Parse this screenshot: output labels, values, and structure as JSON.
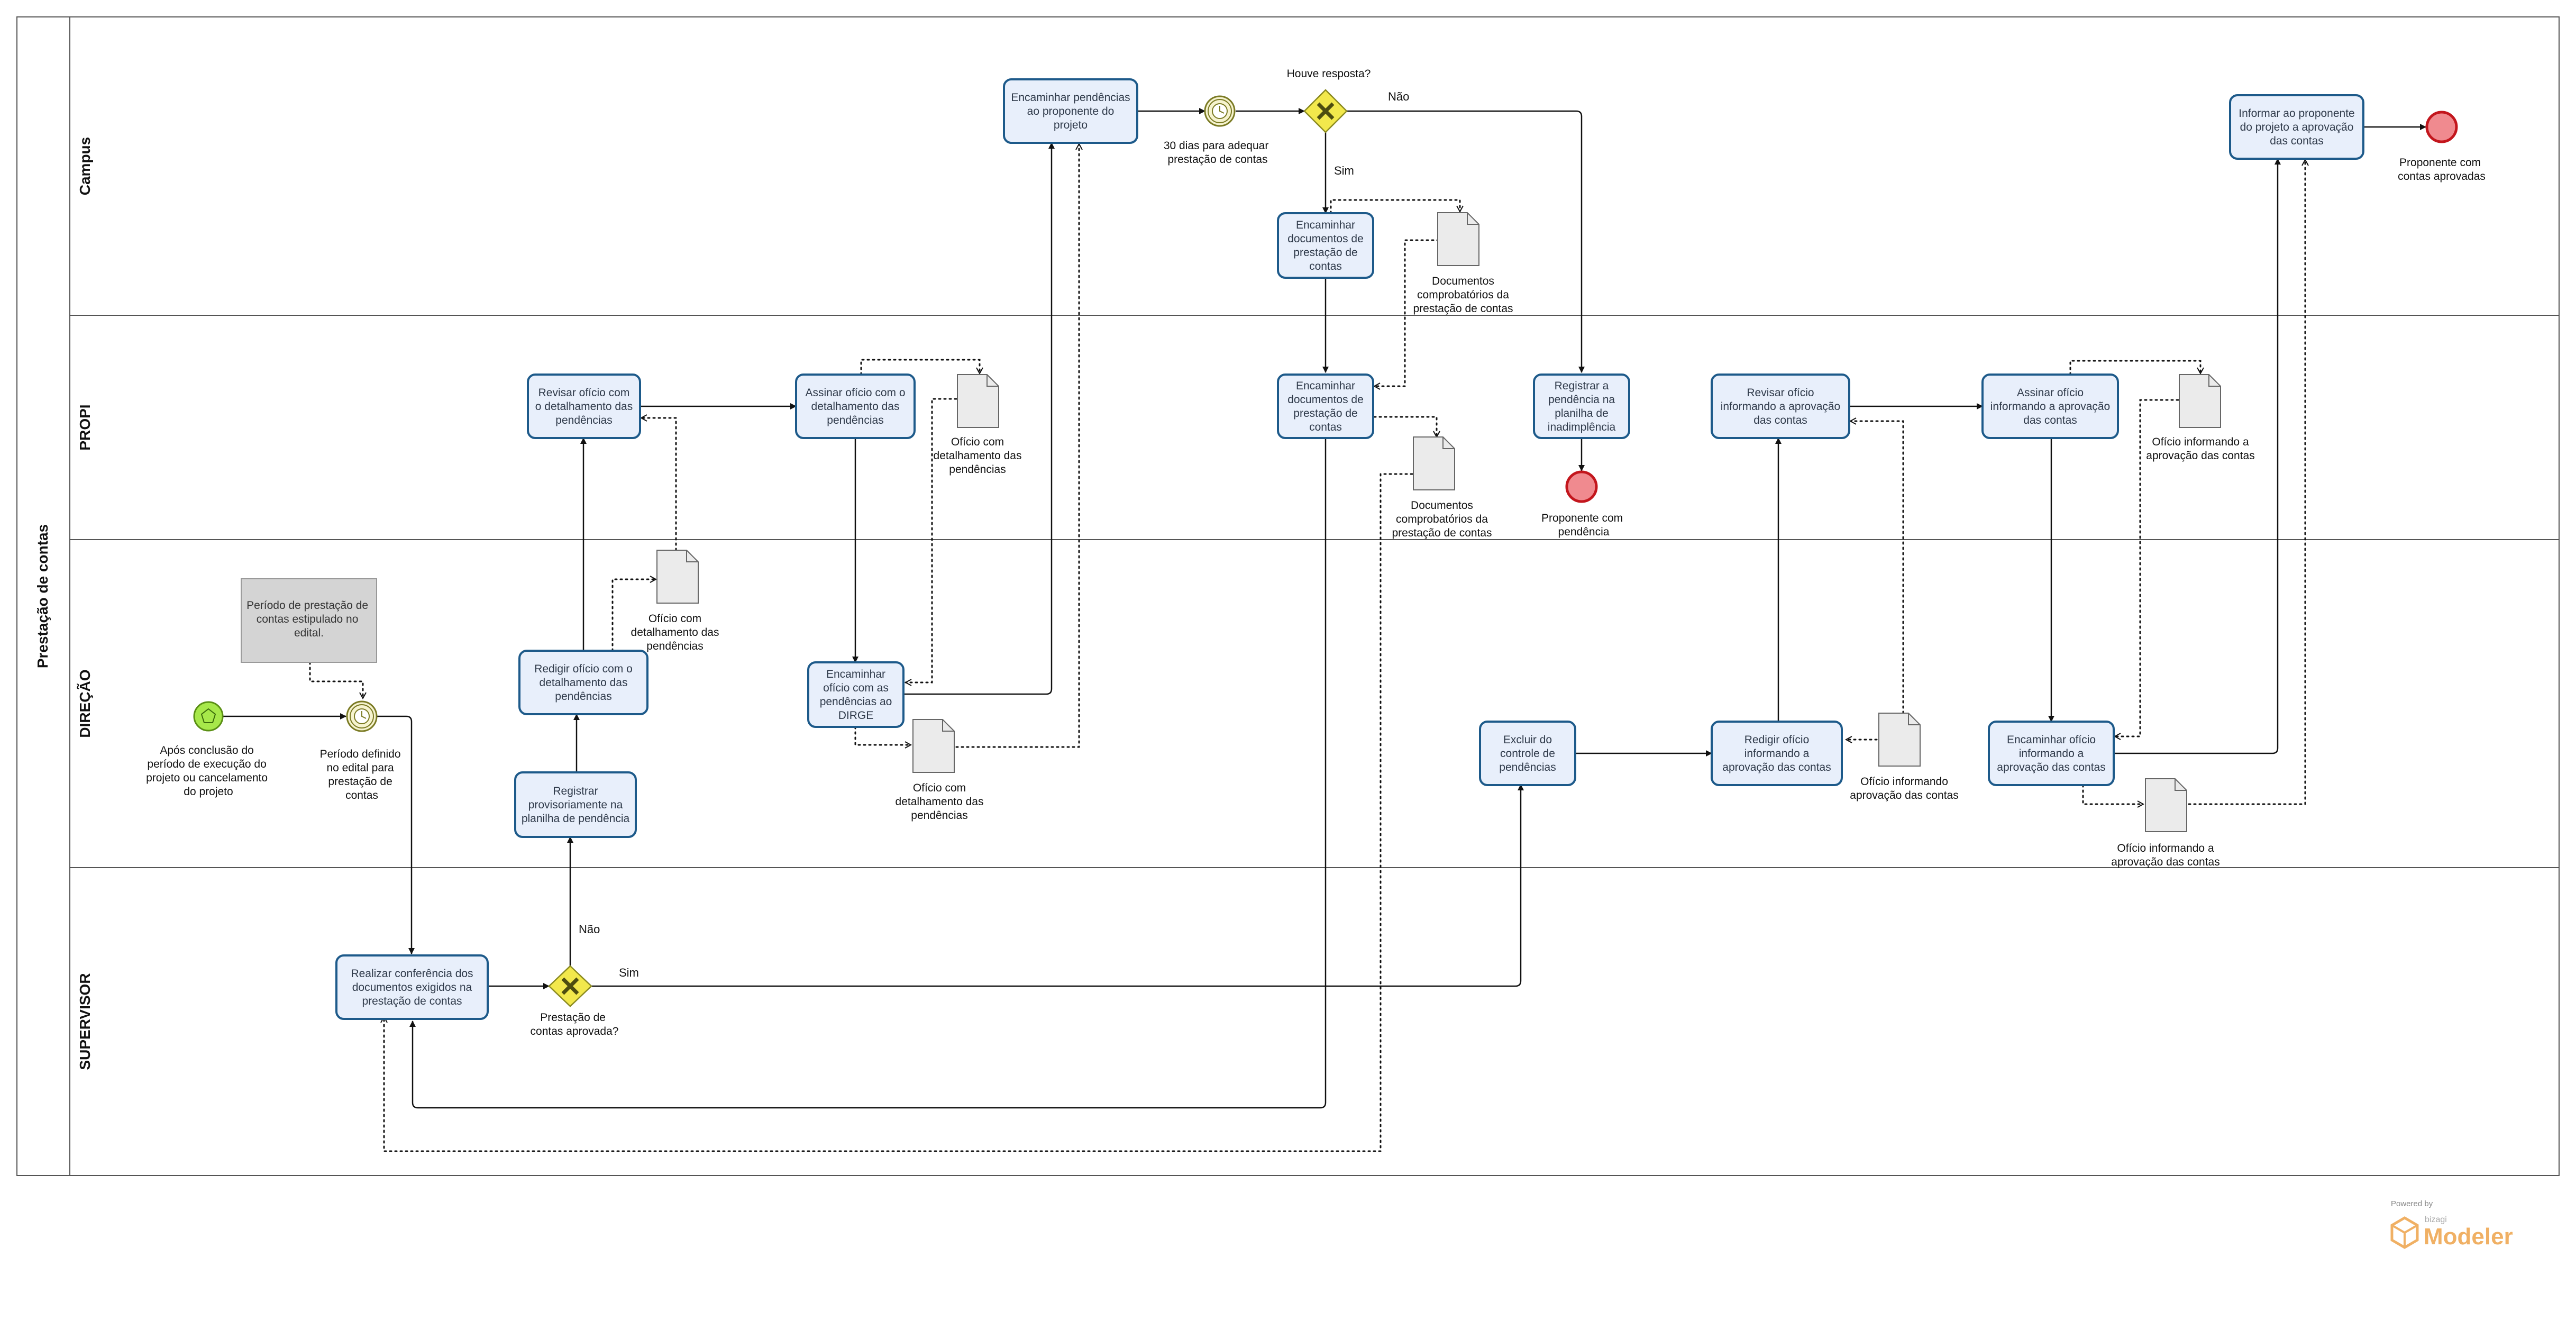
{
  "pool": {
    "title": "Prestação de contas"
  },
  "lanes": [
    {
      "id": "campus",
      "label": "Campus"
    },
    {
      "id": "propi",
      "label": "PROPI"
    },
    {
      "id": "direcao",
      "label": "DIREÇÃO"
    },
    {
      "id": "supervisor",
      "label": "SUPERVISOR"
    }
  ],
  "tasks": [
    {
      "id": "t_encaminhar_pend_proponente",
      "lines": [
        "Encaminhar pendências",
        "ao proponente do",
        "projeto"
      ]
    },
    {
      "id": "t_encaminhar_docs_campus",
      "lines": [
        "Encaminhar",
        "documentos de",
        "prestação de",
        "contas"
      ]
    },
    {
      "id": "t_informar_proponente",
      "lines": [
        "Informar ao proponente",
        "do projeto a aprovação",
        "das contas"
      ]
    },
    {
      "id": "t_revisar_oficio_pend",
      "lines": [
        "Revisar ofício com",
        "o detalhamento das",
        "pendências"
      ]
    },
    {
      "id": "t_assinar_oficio_pend",
      "lines": [
        "Assinar ofício com o",
        "detalhamento das",
        "pendências"
      ]
    },
    {
      "id": "t_encaminhar_docs_propi",
      "lines": [
        "Encaminhar",
        "documentos de",
        "prestação de",
        "contas"
      ]
    },
    {
      "id": "t_registrar_inadimplencia",
      "lines": [
        "Registrar a",
        "pendência na",
        "planilha de",
        "inadimplência"
      ]
    },
    {
      "id": "t_revisar_oficio_aprov",
      "lines": [
        "Revisar ofício",
        "informando a aprovação",
        "das contas"
      ]
    },
    {
      "id": "t_assinar_oficio_aprov",
      "lines": [
        "Assinar ofício",
        "informando a aprovação",
        "das contas"
      ]
    },
    {
      "id": "t_redigir_oficio_pend",
      "lines": [
        "Redigir ofício com o",
        "detalhamento das",
        "pendências"
      ]
    },
    {
      "id": "t_registrar_provisorio",
      "lines": [
        "Registrar",
        "provisoriamente na",
        "planilha de pendência"
      ]
    },
    {
      "id": "t_encaminhar_oficio_dirge",
      "lines": [
        "Encaminhar",
        "ofício com as",
        "pendências ao",
        "DIRGE"
      ]
    },
    {
      "id": "t_excluir_controle",
      "lines": [
        "Excluir do",
        "controle de",
        "pendências"
      ]
    },
    {
      "id": "t_redigir_oficio_aprov",
      "lines": [
        "Redigir ofício",
        "informando a",
        "aprovação das contas"
      ]
    },
    {
      "id": "t_encaminhar_oficio_aprov",
      "lines": [
        "Encaminhar ofício",
        "informando a",
        "aprovação das contas"
      ]
    },
    {
      "id": "t_realizar_conferencia",
      "lines": [
        "Realizar conferência dos",
        "documentos exigidos na",
        "prestação de contas"
      ]
    }
  ],
  "annotation": {
    "lines": [
      "Período de prestação de",
      "contas estipulado no",
      "edital."
    ]
  },
  "documents": [
    {
      "id": "d_docs_campus",
      "lines": [
        "Documentos",
        "comprobatórios da",
        "prestação de contas"
      ]
    },
    {
      "id": "d_oficio_pend_propi",
      "lines": [
        "Ofício com",
        "detalhamento das",
        "pendências"
      ]
    },
    {
      "id": "d_docs_propi",
      "lines": [
        "Documentos",
        "comprobatórios da",
        "prestação de contas"
      ]
    },
    {
      "id": "d_oficio_aprov_propi",
      "lines": [
        "Ofício informando a",
        "aprovação das contas"
      ]
    },
    {
      "id": "d_oficio_pend_dir1",
      "lines": [
        "Ofício com",
        "detalhamento das",
        "pendências"
      ]
    },
    {
      "id": "d_oficio_pend_dir2",
      "lines": [
        "Ofício com",
        "detalhamento das",
        "pendências"
      ]
    },
    {
      "id": "d_oficio_aprov_dir1",
      "lines": [
        "Ofício informando",
        "aprovação das contas"
      ]
    },
    {
      "id": "d_oficio_aprov_dir2",
      "lines": [
        "Ofício informando a",
        "aprovação das contas"
      ]
    }
  ],
  "events": [
    {
      "id": "e_start",
      "lines": [
        "Após conclusão do",
        "período  de execução do",
        "projeto ou cancelamento",
        "do projeto"
      ]
    },
    {
      "id": "e_timer_edital",
      "lines": [
        "Período definido",
        "no edital para",
        "prestação de",
        "contas"
      ]
    },
    {
      "id": "e_timer_30dias",
      "lines": [
        "30 dias para adequar",
        "prestação de contas"
      ]
    },
    {
      "id": "e_end_aprovadas",
      "lines": [
        "Proponente com",
        "contas aprovadas"
      ]
    },
    {
      "id": "e_end_pendencia",
      "lines": [
        "Proponente com",
        "pendência"
      ]
    }
  ],
  "gateways": [
    {
      "id": "g_houve_resposta",
      "lines": [
        "Houve resposta?"
      ]
    },
    {
      "id": "g_prestacao_aprovada",
      "lines": [
        "Prestação de",
        "contas aprovada?"
      ]
    }
  ],
  "flow_labels": {
    "nao_top": "Não",
    "sim_top": "Sim",
    "nao_bottom": "Não",
    "sim_bottom": "Sim"
  },
  "watermark": {
    "powered": "Powered by",
    "brand": "bizagi",
    "product": "Modeler"
  },
  "colors": {
    "task_fill": "#e8effb",
    "task_stroke": "#1d5a8a",
    "gateway_fill": "#f2e84c",
    "start_fill": "#a7e84a",
    "end_fill": "#f08a8f",
    "end_stroke": "#c3161d",
    "annotation_fill": "#d4d4d4",
    "watermark": "#f0b064"
  }
}
